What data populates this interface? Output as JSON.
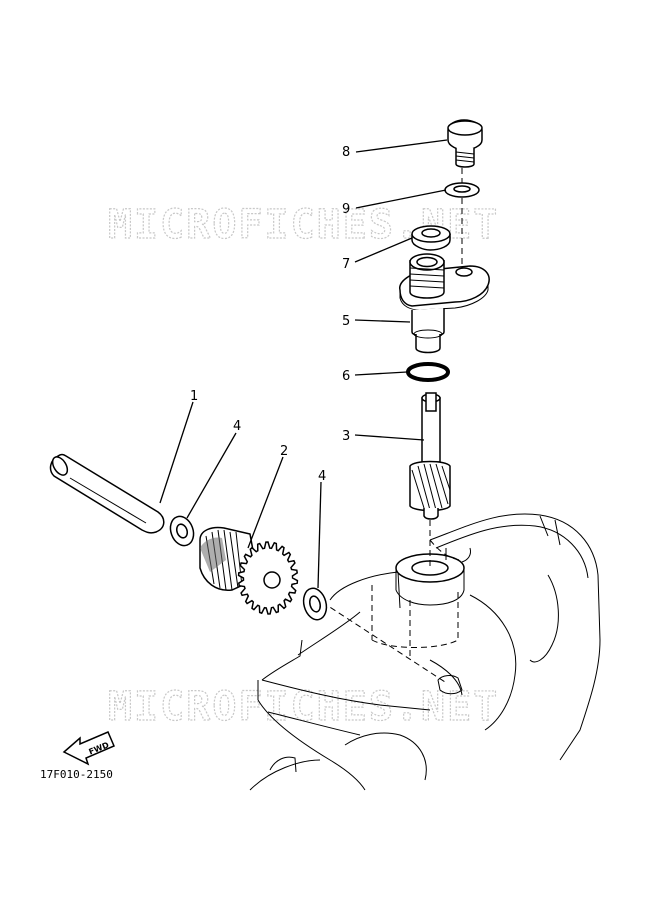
{
  "watermark": {
    "top": "MICROFICHES.NET",
    "bottom": "MICROFICHES.NET"
  },
  "callouts": {
    "c8": "8",
    "c9": "9",
    "c7": "7",
    "c5": "5",
    "c6": "6",
    "c3": "3",
    "c1": "1",
    "c4a": "4",
    "c2": "2",
    "c4b": "4"
  },
  "direction_label": "FWD",
  "drawing_code": "17F010-2150"
}
